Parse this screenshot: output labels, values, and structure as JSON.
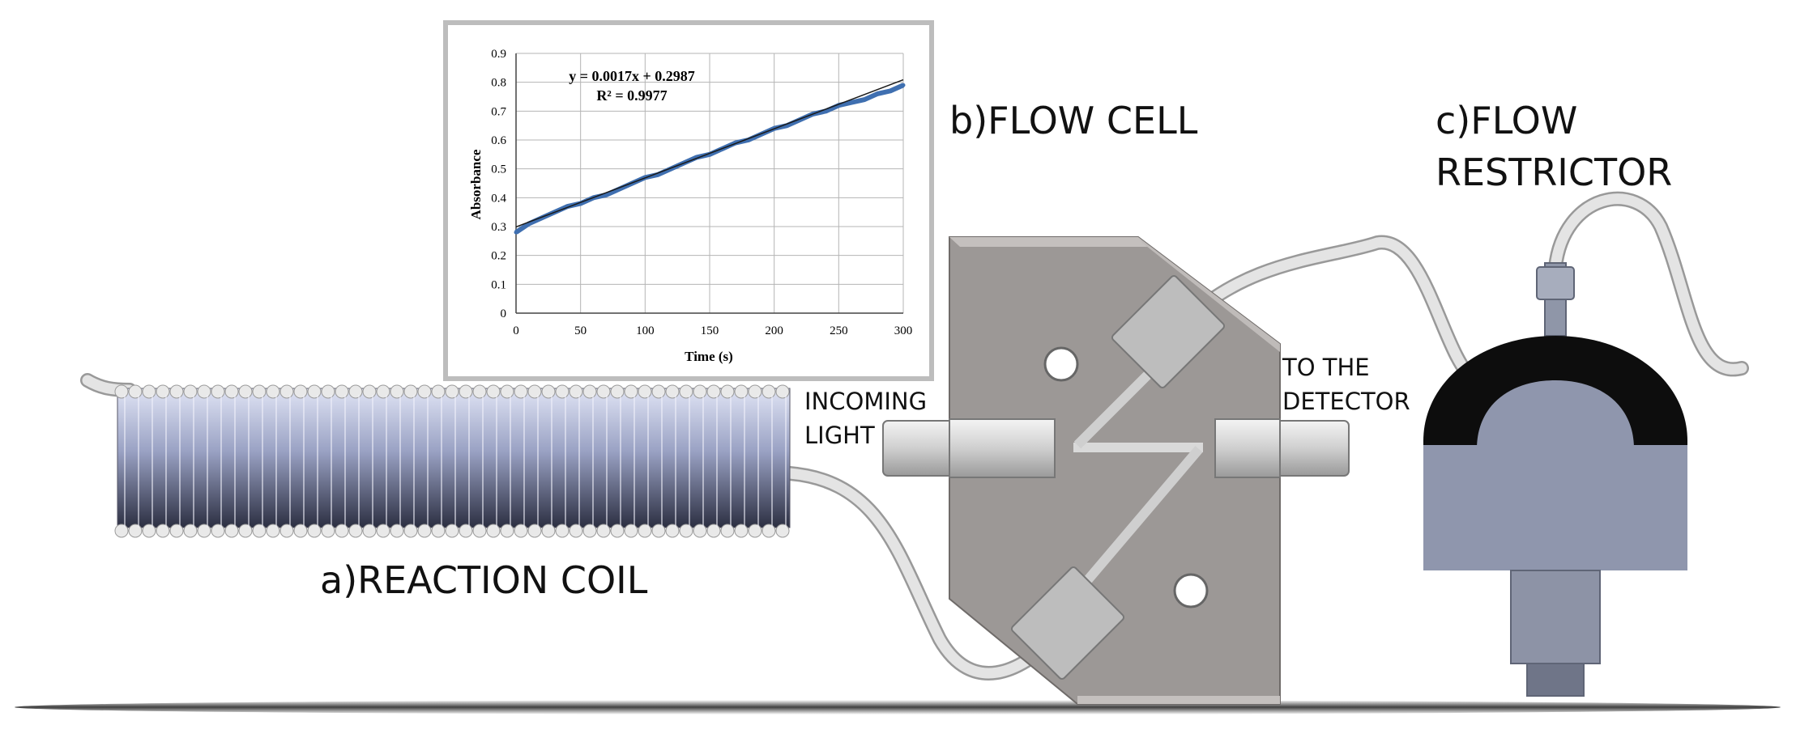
{
  "labels": {
    "reaction_coil": "a)REACTION COIL",
    "flow_cell": "b)FLOW CELL",
    "flow_restrictor": "c)FLOW\nRESTRICTOR",
    "incoming_light": "INCOMING\nLIGHT",
    "to_detector": "TO THE\nDETECTOR"
  },
  "chart_data": {
    "type": "scatter",
    "xlabel": "Time (s)",
    "ylabel": "Absorbance",
    "xlim": [
      0,
      300
    ],
    "ylim": [
      0,
      0.9
    ],
    "xticks": [
      0,
      50,
      100,
      150,
      200,
      250,
      300
    ],
    "yticks": [
      0,
      0.1,
      0.2,
      0.3,
      0.4,
      0.5,
      0.6,
      0.7,
      0.8,
      0.9
    ],
    "grid": true,
    "legend": "none",
    "trendline": {
      "slope": 0.0017,
      "intercept": 0.2987
    },
    "annotations": [
      "y = 0.0017x + 0.2987",
      "R² = 0.9977"
    ],
    "series_color": "#3f6fb0",
    "x": [
      0,
      10,
      20,
      30,
      40,
      50,
      60,
      70,
      80,
      90,
      100,
      110,
      120,
      130,
      140,
      150,
      160,
      170,
      180,
      190,
      200,
      210,
      220,
      230,
      240,
      250,
      260,
      270,
      280,
      290,
      300
    ],
    "y": [
      0.28,
      0.31,
      0.33,
      0.35,
      0.37,
      0.38,
      0.4,
      0.41,
      0.43,
      0.45,
      0.47,
      0.48,
      0.5,
      0.52,
      0.54,
      0.55,
      0.57,
      0.59,
      0.6,
      0.62,
      0.64,
      0.65,
      0.67,
      0.69,
      0.7,
      0.72,
      0.73,
      0.74,
      0.76,
      0.77,
      0.79
    ]
  }
}
